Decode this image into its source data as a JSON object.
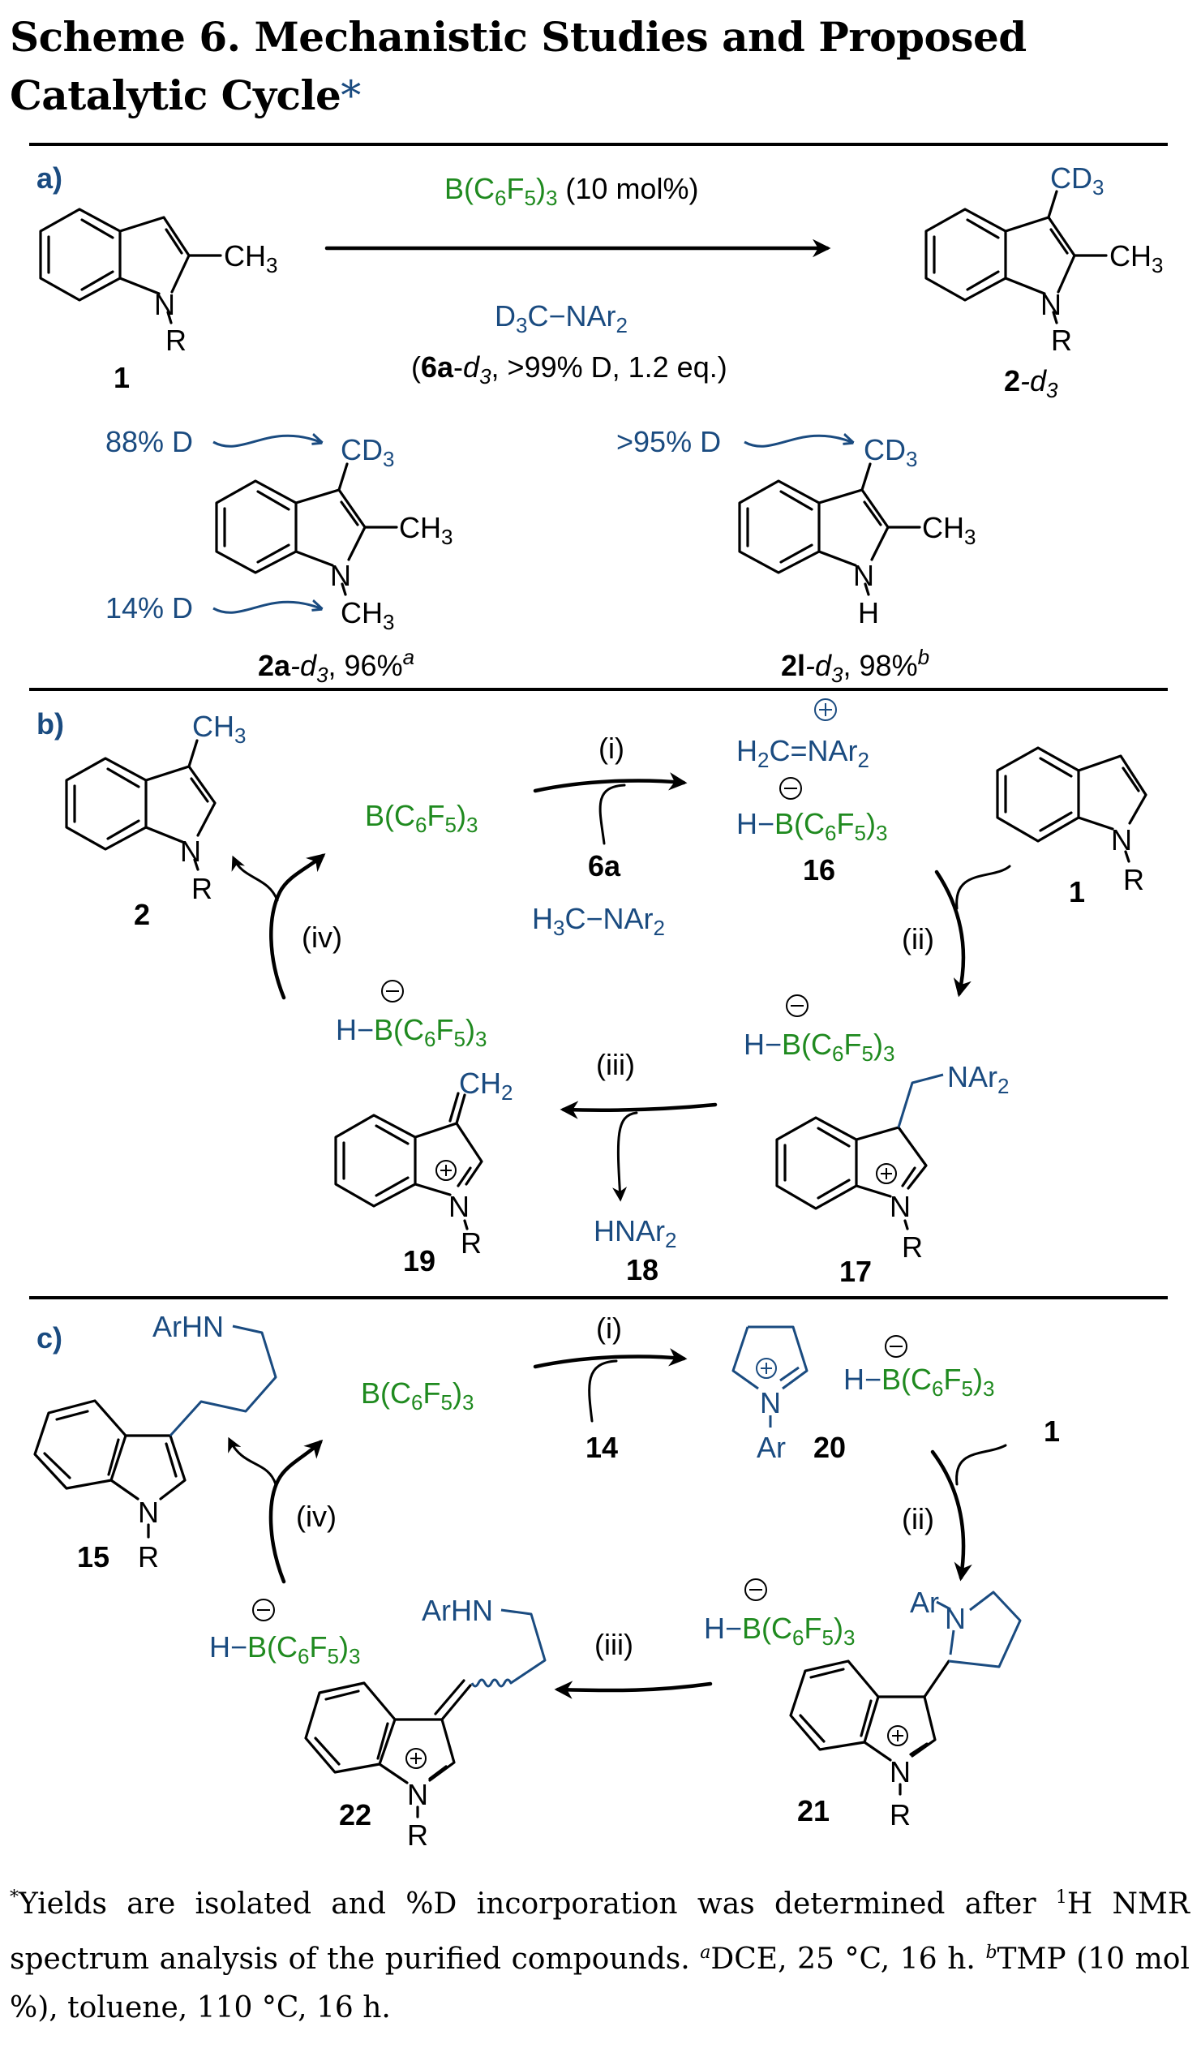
{
  "title": {
    "text": "Scheme 6. Mechanistic Studies and Proposed Catalytic Cycle",
    "marker": "*"
  },
  "colors": {
    "blue": "#1a4b80",
    "green": "#1f8a1f",
    "black": "#000000"
  },
  "sections": {
    "a": {
      "label": "a)",
      "catalyst": "B(C6F5)3",
      "catalyst_parts": {
        "b": "B(C",
        "s1": "6",
        "f": "F",
        "s2": "5",
        "p": ")",
        "s3": "3"
      },
      "catalyst_loading": "(10 mol%)",
      "reagent": {
        "d": "D",
        "s": "3",
        "rest": "C−NAr",
        "s2": "2"
      },
      "reagent_info": {
        "open": "(",
        "bold": "6a",
        "dash": "-",
        "italic": "d",
        "sub": "3",
        "rest": ", >99% D, 1.2 eq.)"
      },
      "substrate": {
        "id": "1",
        "substituent": "CH",
        "sub": "3",
        "n_label": "N",
        "r_label": "R"
      },
      "product": {
        "id_bold": "2",
        "id_rest": "-d",
        "id_sub": "3",
        "top_group": "CD",
        "top_sub": "3",
        "side_group": "CH",
        "side_sub": "3",
        "n_label": "N",
        "r_label": "R"
      },
      "results": [
        {
          "compound_bold": "2a",
          "compound_rest": "-d",
          "compound_sub": "3",
          "yield": ", 96%",
          "footnote_mark": "a",
          "top_label": "88% D",
          "top_group": "CD",
          "top_sub": "3",
          "bottom_label": "14% D",
          "n_sub_group": "CH",
          "n_sub_sub": "3",
          "side_group": "CH",
          "side_sub": "3"
        },
        {
          "compound_bold": "2l",
          "compound_rest": "-d",
          "compound_sub": "3",
          "yield": ", 98%",
          "footnote_mark": "b",
          "top_label": ">95% D",
          "top_group": "CD",
          "top_sub": "3",
          "n_sub_group": "H",
          "side_group": "CH",
          "side_sub": "3"
        }
      ]
    },
    "b": {
      "label": "b)",
      "steps": [
        "(i)",
        "(ii)",
        "(iii)",
        "(iv)"
      ],
      "catalyst": "B(C6F5)3",
      "reagent_id": "6a",
      "reagent": {
        "h": "H",
        "s": "3",
        "rest": "C−NAr",
        "s2": "2"
      },
      "iminium": {
        "h": "H",
        "s": "2",
        "rest": "C=NAr",
        "s2": "2",
        "charge": "+"
      },
      "borohydride": {
        "h": "H−",
        "b": "B(C",
        "s1": "6",
        "f": "F",
        "s2": "5",
        "p": ")",
        "s3": "3",
        "charge": "−"
      },
      "ids": {
        "iminium_pair": "16",
        "indole": "1",
        "product": "2",
        "adduct": "17",
        "amine": "18",
        "alkylidene": "19"
      },
      "product_group": {
        "t": "CH",
        "s": "3"
      },
      "adduct_group": {
        "t": "NAr",
        "s": "2"
      },
      "alkylidene_group": {
        "t": "CH",
        "s": "2"
      },
      "amine": {
        "t": "HNAr",
        "s": "2"
      },
      "n_label": "N",
      "r_label": "R"
    },
    "c": {
      "label": "c)",
      "steps": [
        "(i)",
        "(ii)",
        "(iii)",
        "(iv)"
      ],
      "catalyst": "B(C6F5)3",
      "reagent_id": "14",
      "ids": {
        "pyrrolinium": "20",
        "indole": "1",
        "product": "15",
        "adduct": "21",
        "alkylidene": "22"
      },
      "amine_group": "ArHN",
      "aryl": "Ar",
      "n_label": "N",
      "r_label": "R"
    }
  },
  "footnote": {
    "star": "*",
    "line1": "Yields are isolated and %D incorporation was determined after ",
    "nmr_sup": "1",
    "line1b": "H NMR spectrum analysis of the purified compounds. ",
    "a_mark": "a",
    "a_text": "DCE, 25 °C, 16 h. ",
    "b_mark": "b",
    "b_text": "TMP (10 mol %), toluene, 110 °C, 16 h."
  }
}
